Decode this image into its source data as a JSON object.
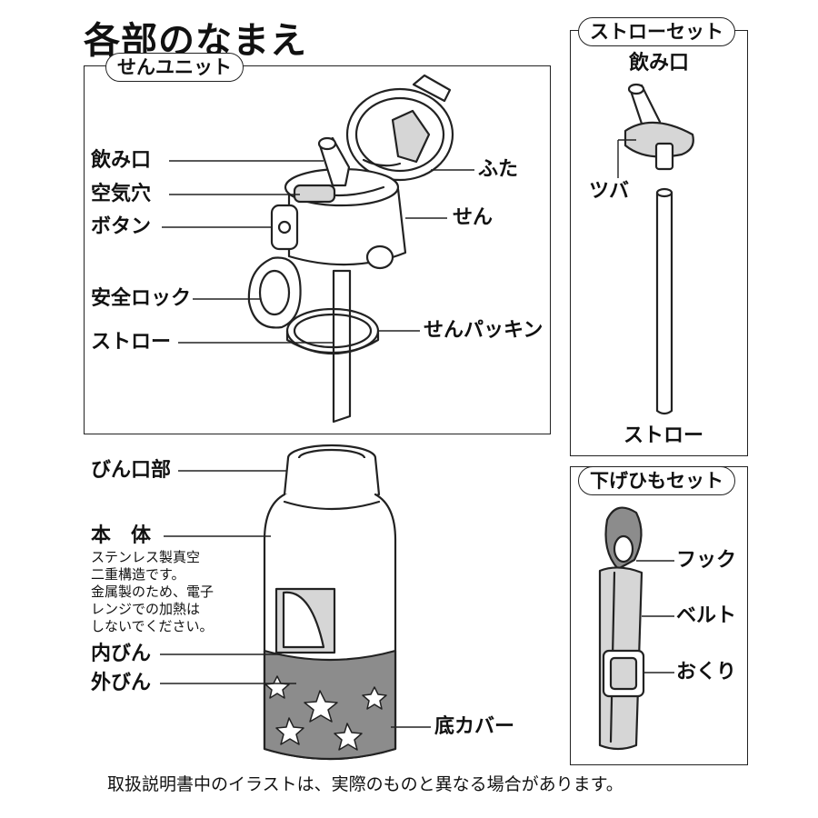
{
  "title": "各部のなまえ",
  "sections": {
    "sen_unit": {
      "heading": "せんユニット",
      "labels": {
        "nomikuchi": "飲み口",
        "kukiana": "空気穴",
        "button": "ボタン",
        "anzen_lock": "安全ロック",
        "straw": "ストロー",
        "futa": "ふた",
        "sen": "せん",
        "sen_packing": "せんパッキン"
      }
    },
    "straw_set": {
      "heading": "ストローセット",
      "labels": {
        "nomikuchi": "飲み口",
        "tsuba": "ツバ",
        "straw": "ストロー"
      }
    },
    "sagehimo_set": {
      "heading": "下げひもセット",
      "labels": {
        "hook": "フック",
        "belt": "ベルト",
        "okuri": "おくり"
      }
    },
    "bottle": {
      "labels": {
        "binkuchi": "びん口部",
        "hontai": "本　体",
        "uchibin": "内びん",
        "sotobin": "外びん",
        "soko_cover": "底カバー"
      },
      "note_lines": [
        "ステンレス製真空",
        "二重構造です。",
        "金属製のため、電子",
        "レンジでの加熱は",
        "しないでください。"
      ]
    }
  },
  "footnote": "取扱説明書中のイラストは、実際のものと異なる場合があります。",
  "colors": {
    "ink": "#222222",
    "fill": "#d6d6d6",
    "dark_fill": "#8c8c8c"
  }
}
